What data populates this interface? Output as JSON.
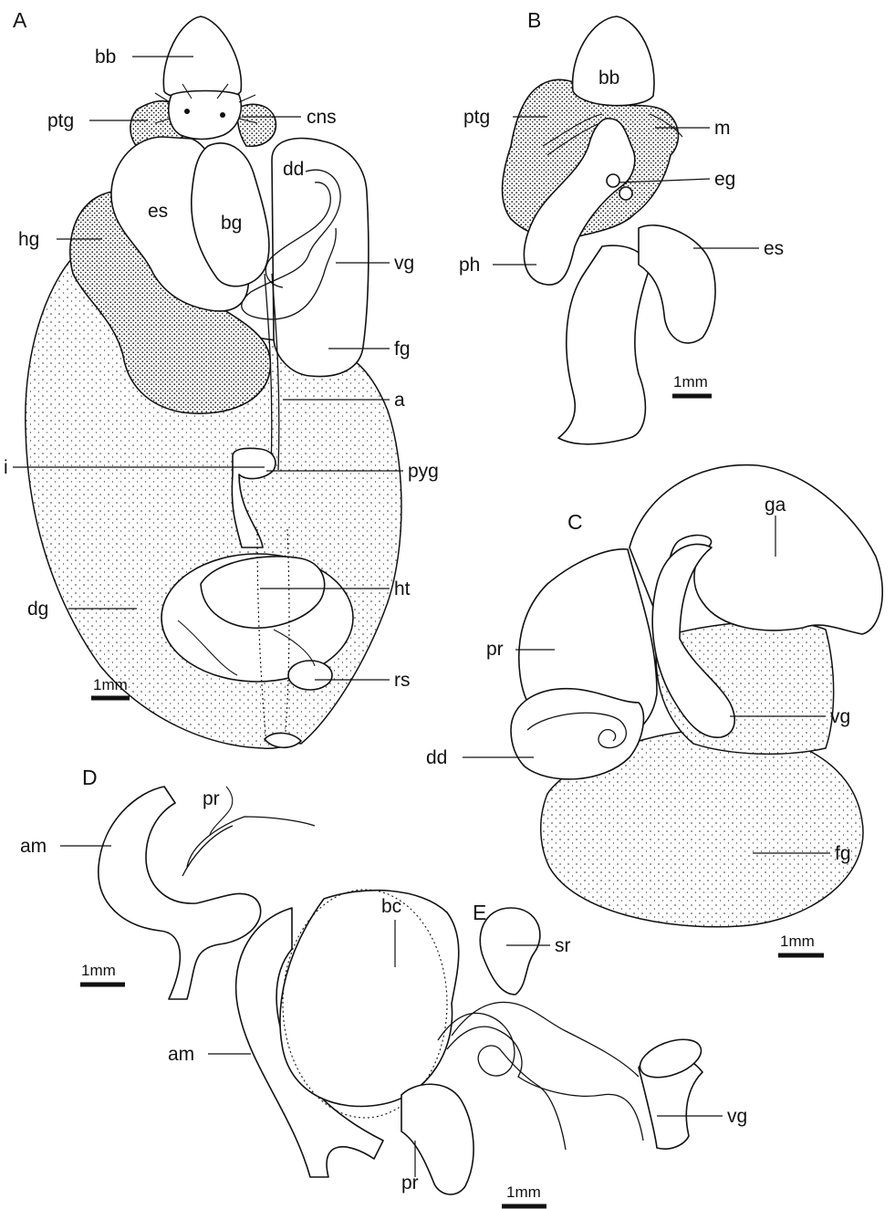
{
  "panels": {
    "A": {
      "panel_label": "A",
      "labels": {
        "bb": "bb",
        "ptg": "ptg",
        "cns": "cns",
        "dd": "dd",
        "es": "es",
        "bg": "bg",
        "hg": "hg",
        "vg": "vg",
        "fg": "fg",
        "a": "a",
        "i": "i",
        "pyg": "pyg",
        "ht": "ht",
        "dg": "dg",
        "rs": "rs"
      },
      "scale_bar": "1mm"
    },
    "B": {
      "panel_label": "B",
      "labels": {
        "bb": "bb",
        "ptg": "ptg",
        "m": "m",
        "eg": "eg",
        "ph": "ph",
        "es": "es"
      },
      "scale_bar": "1mm"
    },
    "C": {
      "panel_label": "C",
      "labels": {
        "ga": "ga",
        "pr": "pr",
        "vg": "vg",
        "dd": "dd",
        "fg": "fg"
      },
      "scale_bar": "1mm"
    },
    "D": {
      "panel_label": "D",
      "labels": {
        "pr": "pr",
        "am": "am"
      },
      "scale_bar": "1mm"
    },
    "E": {
      "panel_label": "E",
      "labels": {
        "bc": "bc",
        "sr": "sr",
        "am": "am",
        "vg": "vg",
        "pr": "pr"
      },
      "scale_bar": "1mm"
    }
  }
}
